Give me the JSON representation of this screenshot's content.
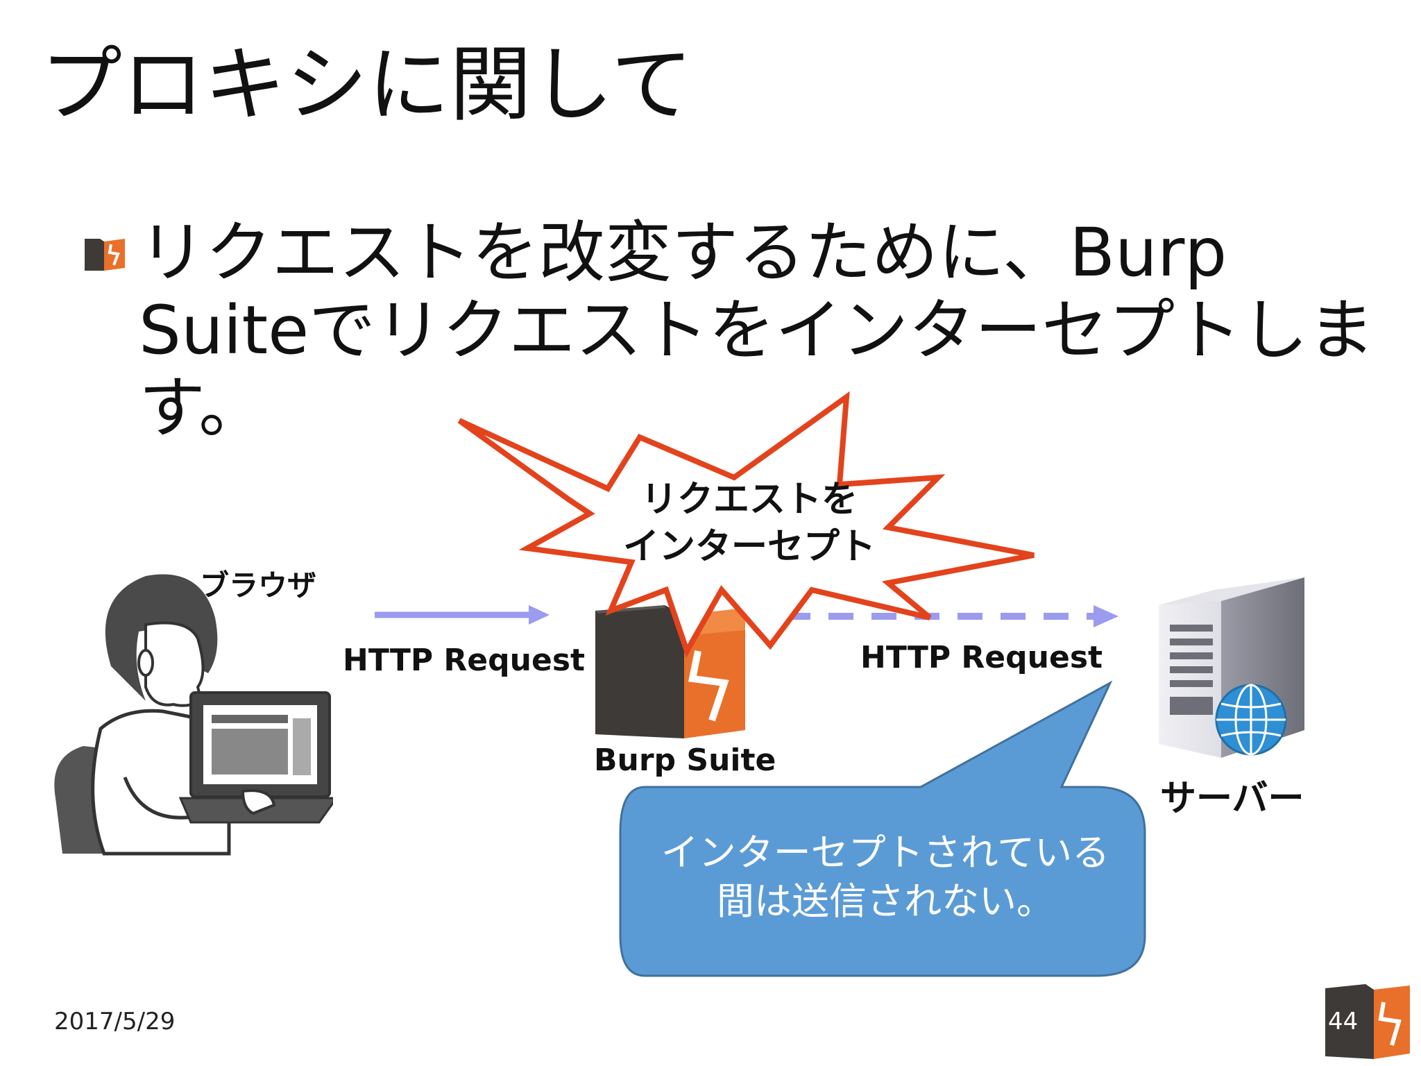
{
  "slide": {
    "title": "プロキシに関して",
    "bullet": "リクエストを改変するために、Burp Suiteでリクエストをインターセプトします。",
    "footer_date": "2017/5/29",
    "page_number": "44"
  },
  "diagram": {
    "browser_label": "ブラウザ",
    "request_label_left": "HTTP Request",
    "proxy_label": "Burp Suite",
    "request_label_right": "HTTP Request",
    "server_label": "サーバー",
    "starburst_line1": "リクエストを",
    "starburst_line2": "インターセプト",
    "callout_line1": "インターセプトされている",
    "callout_line2": "間は送信されない。"
  },
  "colors": {
    "burp_orange": "#e8702a",
    "burp_dark": "#3d3a38",
    "starburst_stroke": "#e3431c",
    "arrow": "#9b9bf0",
    "callout_fill": "#5b9bd5",
    "callout_stroke": "#41719c"
  },
  "icons": [
    "burp-bullet-icon",
    "person-with-laptop-icon",
    "burp-suite-logo-icon",
    "server-icon",
    "globe-icon",
    "burp-footer-logo-icon"
  ]
}
